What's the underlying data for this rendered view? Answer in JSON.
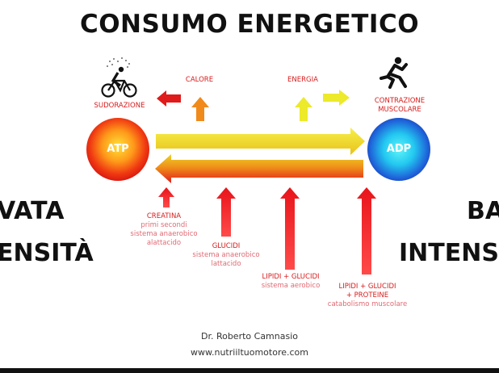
{
  "title": "CONSUMO ENERGETICO",
  "left_text": {
    "line1": "VATA",
    "line2": "ENSITÀ"
  },
  "right_text": {
    "line1": "BA",
    "line2": "INTENS"
  },
  "atp": "ATP",
  "adp": "ADP",
  "outputs": {
    "sudorazione": "SUDORAZIONE",
    "calore": "CALORE",
    "energia": "ENERGIA",
    "contrazione": [
      "CONTRAZIONE",
      "MUSCOLARE"
    ]
  },
  "sources": [
    {
      "title": [
        "CREATINA"
      ],
      "desc": [
        "primi secondi",
        "sistema anaerobico",
        "alattacido"
      ]
    },
    {
      "title": [
        "GLUCIDI"
      ],
      "desc": [
        "sistema anaerobico",
        "lattacido"
      ]
    },
    {
      "title": [
        "LIPIDI + GLUCIDI"
      ],
      "desc": [
        "sistema aerobico"
      ]
    },
    {
      "title": [
        "LIPIDI + GLUCIDI",
        "+ PROTEINE"
      ],
      "desc": [
        "catabolismo muscolare"
      ]
    }
  ],
  "credits": {
    "author": "Dr. Roberto Camnasio",
    "site": "www.nutriiltuomotore.com"
  },
  "colors": {
    "red": "#e01b1b",
    "yellow": "#f0e020",
    "orange": "#f08a1a",
    "adp_blue": "#2a7fe0"
  }
}
